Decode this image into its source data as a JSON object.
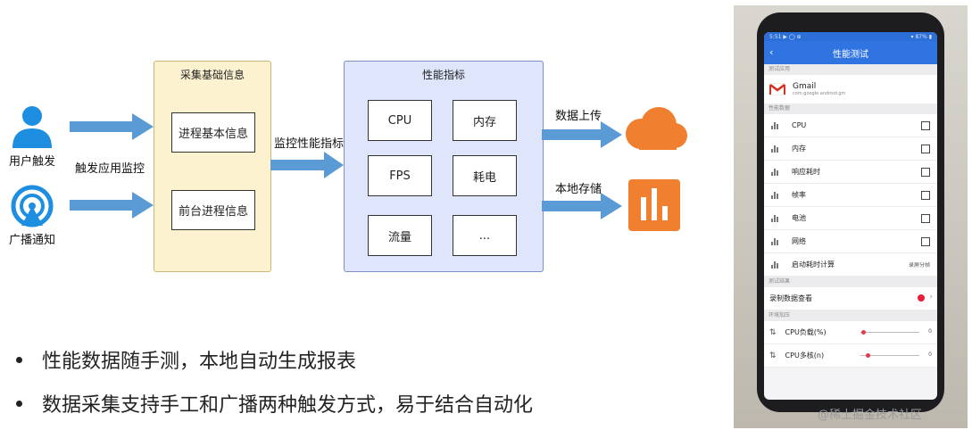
{
  "diagram": {
    "left_nodes": [
      {
        "id": "user",
        "label": "用户触发",
        "icon": "person-icon"
      },
      {
        "id": "broadcast",
        "label": "广播通知",
        "icon": "broadcast-icon"
      }
    ],
    "edge_trigger_label": "触发应用监控",
    "collect_panel": {
      "title": "采集基础信息",
      "items": [
        "进程基本信息",
        "前台进程信息"
      ]
    },
    "edge_monitor_label": "监控性能指标",
    "metrics_panel": {
      "title": "性能指标",
      "items": [
        "CPU",
        "内存",
        "FPS",
        "耗电",
        "流量",
        "..."
      ]
    },
    "outputs": [
      {
        "label": "数据上传",
        "icon": "cloud-icon"
      },
      {
        "label": "本地存储",
        "icon": "bar-chart-icon"
      }
    ]
  },
  "bullets": [
    "性能数据随手测，本地自动生成报表",
    "数据采集支持手工和广播两种触发方式，易于结合自动化"
  ],
  "phone": {
    "status_left": "5:51 ▶ ◯ ⊕",
    "status_right": "▾ 87% ▮",
    "title": "性能测试",
    "section_app": "测试应用",
    "app_name": "Gmail",
    "app_package": "com.google.android.gm",
    "section_perf": "性能数据",
    "perf_items": [
      "CPU",
      "内存",
      "响应耗时",
      "帧率",
      "电池",
      "网络"
    ],
    "startup_label": "启动耗时计算",
    "startup_value": "录屏分帧",
    "section_result": "测试结果",
    "record_label": "录制数据查看",
    "section_env": "环境加压",
    "load_items": [
      {
        "label": "CPU负载(%)",
        "value": "0",
        "level": 0.05
      },
      {
        "label": "CPU多核(n)",
        "value": "0",
        "level": 0.12
      }
    ]
  },
  "watermark": "@稀土掘金技术社区",
  "colors": {
    "accent_blue": "#2f74e0",
    "arrow_blue": "#5b9bd5",
    "cloud_orange": "#f08030",
    "record_red": "#e8203c"
  }
}
